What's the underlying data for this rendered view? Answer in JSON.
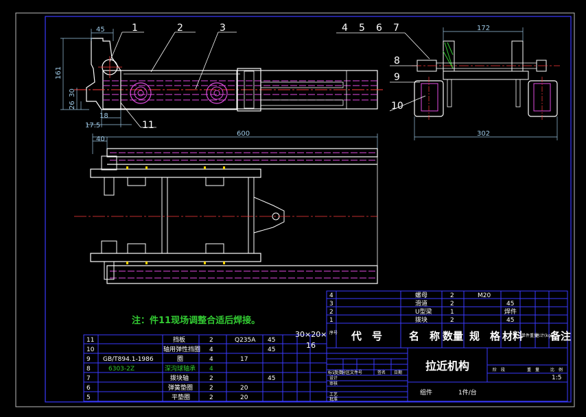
{
  "balloons": {
    "n1": "1",
    "n2": "2",
    "n3": "3",
    "n4": "4",
    "n5": "5",
    "n6": "6",
    "n7": "7",
    "n8": "8",
    "n9": "9",
    "n10": "10",
    "n11": "11"
  },
  "dimensions": {
    "d45": "45",
    "d161": "161",
    "d26": "26",
    "d30": "30",
    "d18": "18",
    "d17_5": "17.5",
    "d600": "600",
    "d40": "40",
    "d172": "172",
    "d302": "302"
  },
  "note": "注：件11现场调整合适后焊接。",
  "spec_note": "30×20×",
  "spec_note2": "16",
  "parts_upper": [
    {
      "no": "4",
      "name": "螺母",
      "qty": "2",
      "spec": "M20",
      "material": ""
    },
    {
      "no": "3",
      "name": "滑道",
      "qty": "2",
      "spec": "",
      "material": "45"
    },
    {
      "no": "2",
      "name": "U型梁",
      "qty": "1",
      "spec": "",
      "material": "焊件"
    },
    {
      "no": "1",
      "name": "拨块",
      "qty": "2",
      "spec": "",
      "material": "45"
    }
  ],
  "header": {
    "no": "序号",
    "code": "代　号",
    "name": "名　称",
    "qty": "数量",
    "spec": "规　格",
    "material": "材料",
    "unit_weight": "单件重量",
    "total_weight": "总计(kg)",
    "remark": "备注"
  },
  "parts_lower": [
    {
      "no": "11",
      "code": "",
      "name": "挡板",
      "qty": "2",
      "spec": "Q235A",
      "material": "45"
    },
    {
      "no": "10",
      "code": "",
      "name": "轴用弹性挡圈",
      "qty": "4",
      "spec": "",
      "material": "45"
    },
    {
      "no": "9",
      "code": "GB/T894.1-1986",
      "name": "圈",
      "qty": "4",
      "spec": "17",
      "material": ""
    },
    {
      "no": "8",
      "code": "6303-2Z",
      "name": "深沟球轴承",
      "qty": "4",
      "spec": "",
      "material": ""
    },
    {
      "no": "7",
      "code": "",
      "name": "拨块轴",
      "qty": "2",
      "spec": "",
      "material": "45"
    },
    {
      "no": "6",
      "code": "",
      "name": "弹簧垫圈",
      "qty": "2",
      "spec": "20",
      "material": ""
    },
    {
      "no": "5",
      "code": "",
      "name": "平垫圈",
      "qty": "2",
      "spec": "20",
      "material": ""
    }
  ],
  "title_block": {
    "drawing_title": "拉近机构",
    "assembly_label": "组件",
    "quantity_label": "1件/台",
    "stage_label": "阶　段",
    "weight_label": "重　量",
    "scale_label": "比　例",
    "scale": "1:5",
    "rev_cols": [
      "标记",
      "处数",
      "分区",
      "文件号",
      "签名",
      "日期"
    ],
    "roles": [
      "设计",
      "审核",
      "工艺",
      "批准"
    ]
  }
}
